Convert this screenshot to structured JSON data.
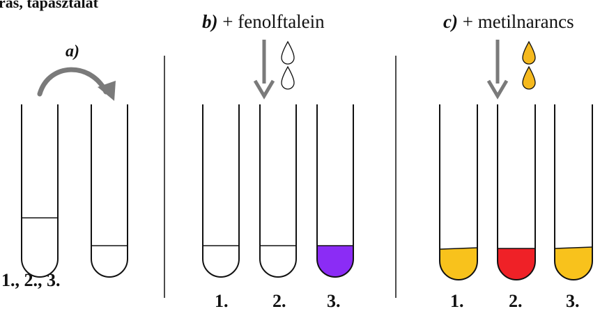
{
  "header": {
    "title_fragment": "rás, tapasztalat"
  },
  "panels": {
    "a": {
      "label": "a)",
      "tube_numbers": "1., 2., 3."
    },
    "b": {
      "letter": "b)",
      "reagent": " + fenolftalein",
      "numbers": [
        "1.",
        "2.",
        "3."
      ],
      "drop_color": "#ffffff",
      "liquid_colors": [
        "#ffffff",
        "#ffffff",
        "#8b2cf5"
      ]
    },
    "c": {
      "letter": "c)",
      "reagent": " + metilnarancs",
      "numbers": [
        "1.",
        "2.",
        "3."
      ],
      "drop_color": "#f5b91e",
      "liquid_colors": [
        "#f8c21c",
        "#ef2127",
        "#f8c21c"
      ]
    }
  },
  "colors": {
    "outline": "#111111",
    "arrow": "#7a7a7a"
  }
}
